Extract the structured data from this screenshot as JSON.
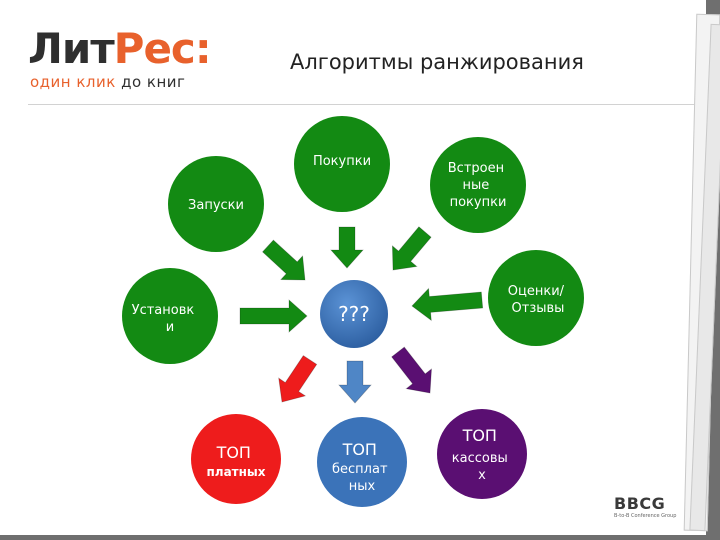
{
  "logo": {
    "part1": "Лит",
    "part2": "Рес:",
    "tagline_part1": "один клик",
    "tagline_part2": "до книг"
  },
  "title": "Алгоритмы ранжирования",
  "center": {
    "label": "???"
  },
  "inputs": [
    {
      "id": "purchases",
      "lines": [
        "Покупки"
      ]
    },
    {
      "id": "launches",
      "lines": [
        "Запуски"
      ]
    },
    {
      "id": "in-app",
      "lines": [
        "Встроен",
        "ные",
        "покупки"
      ]
    },
    {
      "id": "installs",
      "lines": [
        "Установк",
        "и"
      ]
    },
    {
      "id": "ratings",
      "lines": [
        "Оценки/",
        "Отзывы"
      ]
    }
  ],
  "outputs": [
    {
      "id": "top-paid",
      "lines": [
        "ТОП",
        "платных"
      ]
    },
    {
      "id": "top-free",
      "lines": [
        "ТОП",
        "бесплат",
        "ных"
      ]
    },
    {
      "id": "top-grossing",
      "lines": [
        "ТОП",
        "кассовы",
        "х"
      ]
    }
  ],
  "colors": {
    "green": "#138a13",
    "center_blue": "#3b73b9",
    "red": "#ee1c1c",
    "blue_arrow": "#4f86c6",
    "purple": "#5a0f72",
    "accent": "#e8612c"
  },
  "brand": {
    "name": "BBCG",
    "sub": "B-to-B Conference Group"
  }
}
